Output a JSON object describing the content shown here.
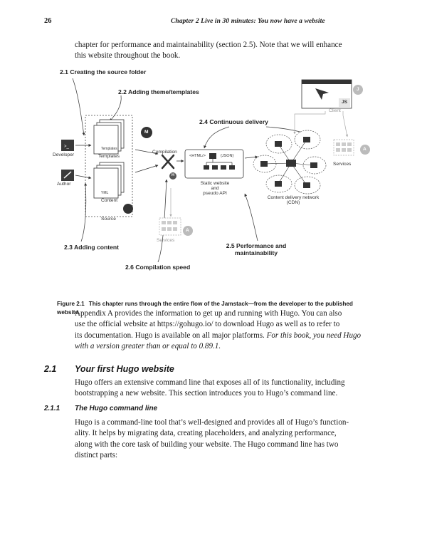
{
  "header": {
    "page_number": "26",
    "running_title": "Chapter 2   Live in 30 minutes: You now have a website"
  },
  "intro_paragraph": {
    "line1": "chapter for performance and maintainability (section 2.5). Note that we will enhance",
    "line2": "this website throughout the book."
  },
  "figure": {
    "annotations": {
      "a21": "2.1 Creating the source folder",
      "a22": "2.2 Adding theme/templates",
      "a23": "2.3 Adding content",
      "a24": "2.4 Continuous delivery",
      "a25_line1": "2.5 Performance and",
      "a25_line2": "maintainability",
      "a26": "2.6 Compilation speed"
    },
    "labels": {
      "developer": "Developer",
      "author": "Author",
      "templates_doc": "Templates",
      "templates": "Templates",
      "yml": "YML",
      "content": "Content",
      "source": "Source",
      "compilation": "Compilation",
      "html": "<HTML/>",
      "json": "{JSON}",
      "static_line1": "Static website",
      "static_line2": "and",
      "static_line3": "pseudo API",
      "cdn_line1": "Content delivery network",
      "cdn_line2": "(CDN)",
      "services_right": "Services",
      "services_bottom": "Services",
      "client": "Client",
      "js": "JS",
      "badge_m": "M",
      "badge_a": "A",
      "badge_h": "H",
      "badge_j": "J"
    },
    "caption_label": "Figure 2.1",
    "caption_text": "This chapter runs through the entire flow of the Jamstack—from the developer to the published",
    "caption_text_line2": "website."
  },
  "paragraph_appendix": {
    "line1": "Appendix A provides the information to get up and running with Hugo. You can also",
    "line2": "use the official website at https://gohugo.io/ to download Hugo as well as to refer to",
    "line3_plain": "its documentation. Hugo is available on all major platforms. ",
    "line3_italic": "For this book, you need Hugo",
    "line4_italic": "with a version greater than or equal to 0.89.1."
  },
  "section_2_1": {
    "number": "2.1",
    "title": "Your first Hugo website",
    "line1": "Hugo offers an extensive command line that exposes all of its functionality, including",
    "line2": "bootstrapping a new website. This section introduces you to Hugo’s command line."
  },
  "section_2_1_1": {
    "number": "2.1.1",
    "title": "The Hugo command line",
    "line1": "Hugo is a command-line tool that’s well-designed and provides all of Hugo’s function-",
    "line2": "ality. It helps by migrating data, creating placeholders, and analyzing performance,",
    "line3": "along with the core task of building your website. The Hugo command line has two",
    "line4": "distinct parts:"
  }
}
